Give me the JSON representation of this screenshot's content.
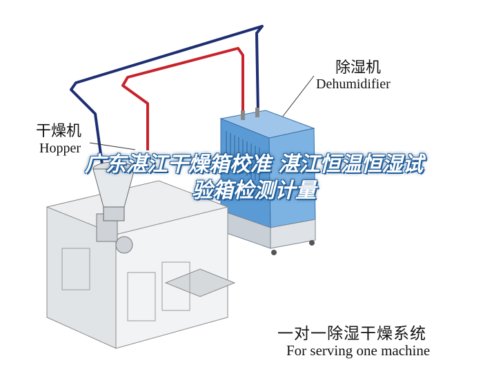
{
  "labels": {
    "hopper_cn": "干燥机",
    "hopper_en": "Hopper",
    "dehumidifier_cn": "除湿机",
    "dehumidifier_en": "Dehumidifier",
    "caption_cn": "一对一除湿干燥系统",
    "caption_en": "For serving one machine"
  },
  "overlay": {
    "title": "广东湛江干燥箱校准 湛江恒温恒湿试验箱检测计量"
  },
  "colors": {
    "pipe_blue": "#1d2e72",
    "pipe_red": "#c8232c",
    "cabinet_blue": "#5b9bd5",
    "machine_gray": "#e4e6e8",
    "overlay_outline": "#1f5d99"
  }
}
